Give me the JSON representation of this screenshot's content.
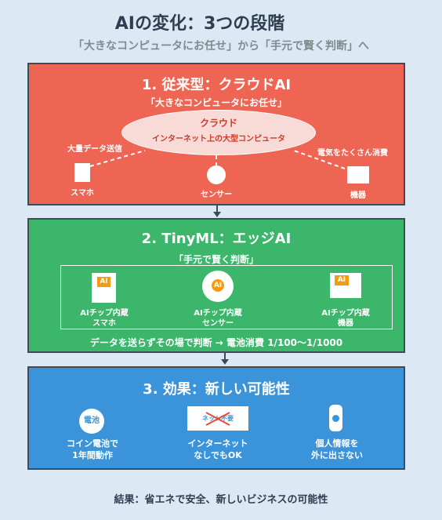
{
  "title": "AIの変化：3つの段階",
  "subtitle": "「大きなコンピュータにお任せ」から「手元で賢く判断」へ",
  "stage1": {
    "title": "1. 従来型：クラウドAI",
    "quote": "「大きなコンピュータにお任せ」",
    "cloud_title": "クラウド",
    "cloud_desc": "インターネット上の大型コンピュータ",
    "left_note": "大量データ送信",
    "right_note": "電気をたくさん消費",
    "devices": [
      "スマホ",
      "センサー",
      "機器"
    ]
  },
  "stage2": {
    "title": "2. TinyML：エッジAI",
    "quote": "「手元で賢く判断」",
    "chip_label": "AI",
    "devices": [
      {
        "line1": "AIチップ内蔵",
        "line2": "スマホ"
      },
      {
        "line1": "AIチップ内蔵",
        "line2": "センサー"
      },
      {
        "line1": "AIチップ内蔵",
        "line2": "機器"
      }
    ],
    "summary": "データを送らずその場で判断 → 電池消費 1/100〜1/1000"
  },
  "stage3": {
    "title": "3. 効果：新しい可能性",
    "battery_icon_text": "電池",
    "net_icon_text": "ネット不要",
    "effects": [
      {
        "line1": "コイン電池で",
        "line2": "1年間動作"
      },
      {
        "line1": "インターネット",
        "line2": "なしでもOK"
      },
      {
        "line1": "個人情報を",
        "line2": "外に出さない"
      }
    ]
  },
  "footer": "結果：省エネで安全、新しいビジネスの可能性",
  "colors": {
    "stage1": "#ee6554",
    "stage2": "#3cb66b",
    "stage3": "#3b94d9",
    "chip": "#f39c12",
    "background": "#dce9f5"
  }
}
